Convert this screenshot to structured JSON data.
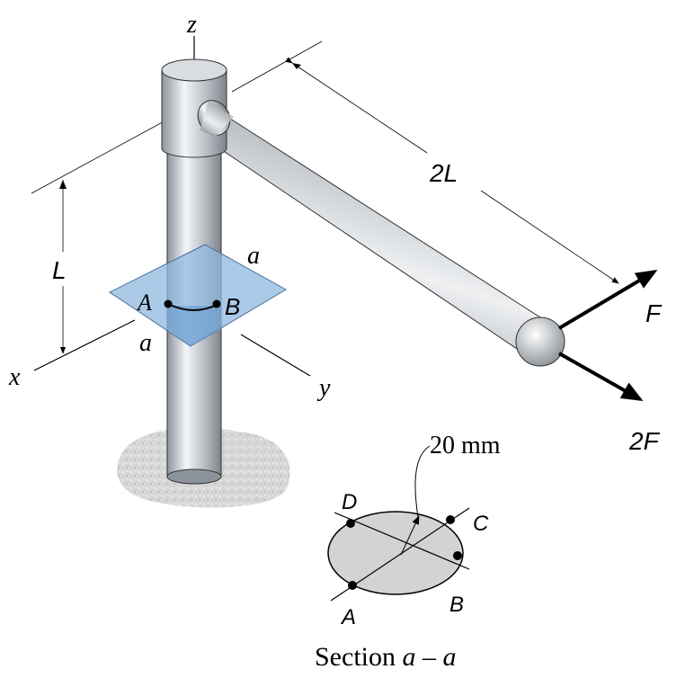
{
  "labels": {
    "z_axis": "z",
    "x_axis": "x",
    "y_axis": "y",
    "length_2L": "2L",
    "length_L": "L",
    "plane_a_top": "a",
    "plane_a_left": "a",
    "point_A": "A",
    "point_B": "B",
    "force_F": "F",
    "force_2F": "2F"
  },
  "section": {
    "radius_label": "20 mm",
    "point_D": "D",
    "point_C": "C",
    "point_A": "A",
    "point_B": "B",
    "caption_prefix": "Section ",
    "caption_a1": "a",
    "caption_dash": " – ",
    "caption_a2": "a"
  },
  "colors": {
    "plane_blue": "#8fb8e0",
    "metal": "#c8ccd2"
  }
}
